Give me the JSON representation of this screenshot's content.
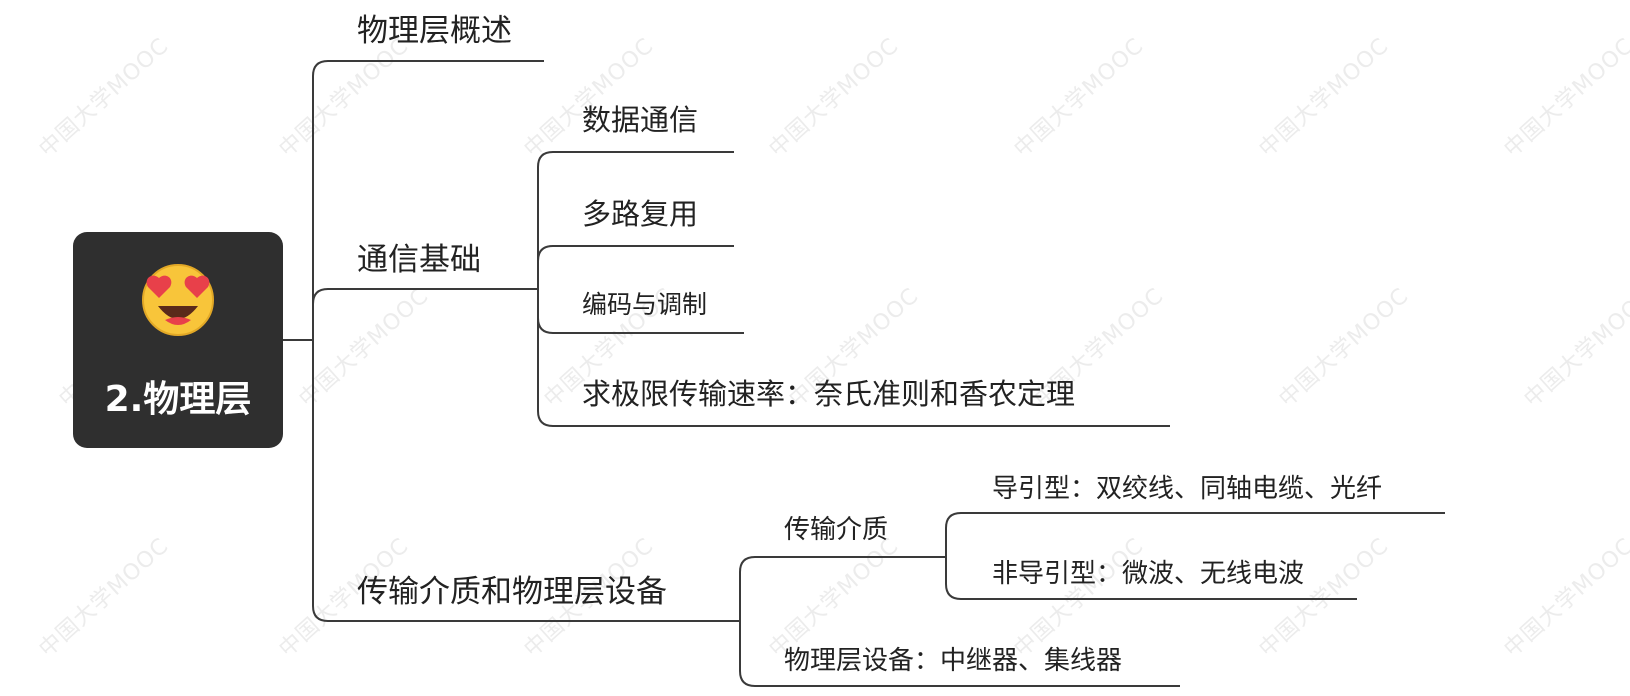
{
  "mindmap": {
    "root": {
      "label": "2.物理层",
      "icon": "heart-eyes-emoji-icon"
    },
    "topics": [
      {
        "label": "物理层概述"
      },
      {
        "label": "通信基础",
        "children": [
          {
            "label": "数据通信"
          },
          {
            "label": "多路复用"
          },
          {
            "label": "编码与调制"
          },
          {
            "label": "求极限传输速率：奈氏准则和香农定理"
          }
        ]
      },
      {
        "label": "传输介质和物理层设备",
        "children": [
          {
            "label": "传输介质",
            "children": [
              {
                "label": "导引型：双绞线、同轴电缆、光纤"
              },
              {
                "label": "非导引型：微波、无线电波"
              }
            ]
          },
          {
            "label": "物理层设备：中继器、集线器"
          }
        ]
      }
    ],
    "watermark": "中国大学MOOC",
    "colors": {
      "root_bg": "#2f2f2f",
      "line": "#3a3a3a",
      "text": "#222222",
      "emoji_face": "#f8c53a",
      "emoji_heart": "#e8404a"
    }
  }
}
